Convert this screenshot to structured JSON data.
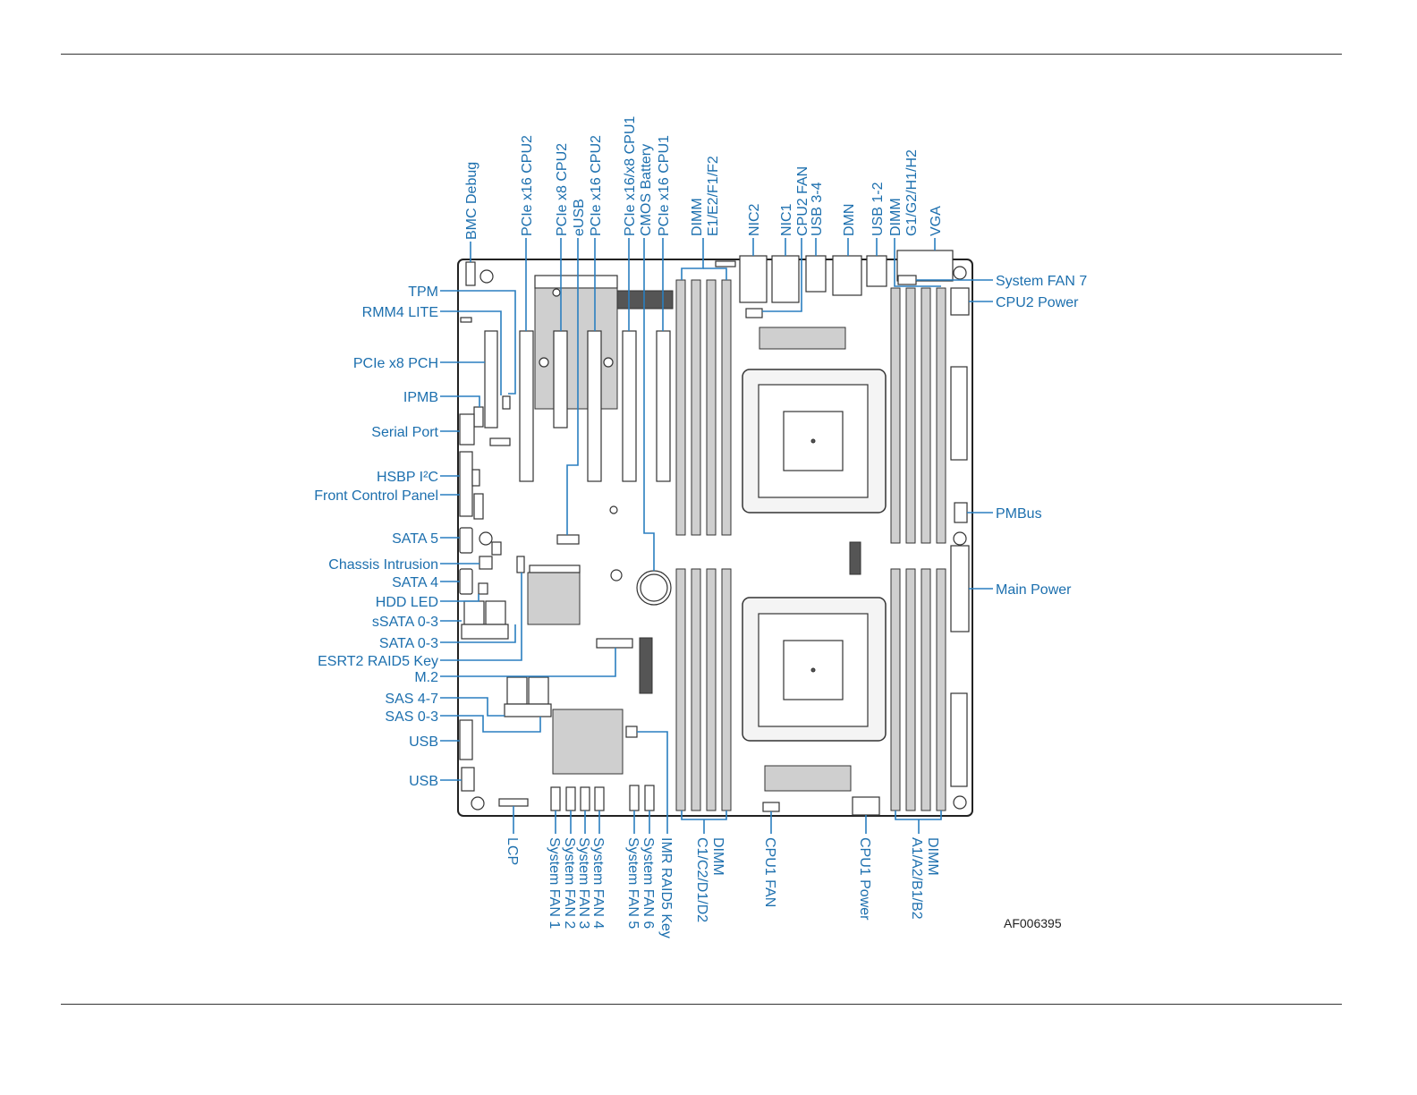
{
  "figure_id": "AF006395",
  "labels_left": [
    {
      "id": "tpm",
      "text": "TPM"
    },
    {
      "id": "rmm4",
      "text": "RMM4 LITE"
    },
    {
      "id": "pcie-x8-pch",
      "text": "PCIe x8 PCH"
    },
    {
      "id": "ipmb",
      "text": "IPMB"
    },
    {
      "id": "serial-port",
      "text": "Serial Port"
    },
    {
      "id": "hsbp-i2c",
      "text": "HSBP I²C"
    },
    {
      "id": "front-control-panel",
      "text": "Front Control Panel"
    },
    {
      "id": "sata5",
      "text": "SATA 5"
    },
    {
      "id": "chassis-intrusion",
      "text": "Chassis Intrusion"
    },
    {
      "id": "sata4",
      "text": "SATA 4"
    },
    {
      "id": "hdd-led",
      "text": "HDD LED"
    },
    {
      "id": "ssata03",
      "text": "sSATA 0-3"
    },
    {
      "id": "sata03",
      "text": "SATA 0-3"
    },
    {
      "id": "esrt2",
      "text": "ESRT2 RAID5 Key"
    },
    {
      "id": "m2",
      "text": "M.2"
    },
    {
      "id": "sas47",
      "text": "SAS 4-7"
    },
    {
      "id": "sas03",
      "text": "SAS 0-3"
    },
    {
      "id": "usb-a",
      "text": "USB"
    },
    {
      "id": "usb-b",
      "text": "USB"
    }
  ],
  "labels_right": [
    {
      "id": "sysfan7",
      "text": "System FAN 7"
    },
    {
      "id": "cpu2power",
      "text": "CPU2 Power"
    },
    {
      "id": "pmbus",
      "text": "PMBus"
    },
    {
      "id": "mainpower",
      "text": "Main Power"
    }
  ],
  "labels_top": [
    {
      "id": "bmc-debug",
      "text": "BMC Debug"
    },
    {
      "id": "pcie16-cpu2-a",
      "text": "PCIe x16 CPU2"
    },
    {
      "id": "pcie8-cpu2",
      "text": "PCIe x8 CPU2"
    },
    {
      "id": "eusb",
      "text": "eUSB"
    },
    {
      "id": "pcie16-cpu2-b",
      "text": "PCIe x16 CPU2"
    },
    {
      "id": "pcie16x8-cpu1",
      "text": "PCIe x16/x8 CPU1"
    },
    {
      "id": "cmos",
      "text": "CMOS Battery"
    },
    {
      "id": "pcie16-cpu1",
      "text": "PCIe x16 CPU1"
    },
    {
      "id": "dimm-ef-1",
      "text": "DIMM"
    },
    {
      "id": "dimm-ef-2",
      "text": "E1/E2/F1/F2"
    },
    {
      "id": "nic2",
      "text": "NIC2"
    },
    {
      "id": "nic1",
      "text": "NIC1"
    },
    {
      "id": "cpu2fan",
      "text": "CPU2 FAN"
    },
    {
      "id": "usb34",
      "text": "USB 3-4"
    },
    {
      "id": "dmn",
      "text": "DMN"
    },
    {
      "id": "usb12",
      "text": "USB 1-2"
    },
    {
      "id": "dimm-gh-1",
      "text": "DIMM"
    },
    {
      "id": "dimm-gh-2",
      "text": "G1/G2/H1/H2"
    },
    {
      "id": "vga",
      "text": "VGA"
    }
  ],
  "labels_bottom": [
    {
      "id": "lcp",
      "text": "LCP"
    },
    {
      "id": "sysfan1",
      "text": "System FAN 1"
    },
    {
      "id": "sysfan2",
      "text": "System FAN 2"
    },
    {
      "id": "sysfan3",
      "text": "System FAN 3"
    },
    {
      "id": "sysfan4",
      "text": "System FAN 4"
    },
    {
      "id": "sysfan5",
      "text": "System FAN 5"
    },
    {
      "id": "sysfan6",
      "text": "System FAN 6"
    },
    {
      "id": "imr",
      "text": "IMR RAID5 Key"
    },
    {
      "id": "dimm-cd-1",
      "text": "DIMM"
    },
    {
      "id": "dimm-cd-2",
      "text": "C1/C2/D1/D2"
    },
    {
      "id": "cpu1fan",
      "text": "CPU1 FAN"
    },
    {
      "id": "cpu1power",
      "text": "CPU1 Power"
    },
    {
      "id": "dimm-ab-1",
      "text": "DIMM"
    },
    {
      "id": "dimm-ab-2",
      "text": "A1/A2/B1/B2"
    }
  ],
  "colors": {
    "label": "#1c6fae",
    "leader": "#2a7fc0",
    "board": "#222222"
  }
}
